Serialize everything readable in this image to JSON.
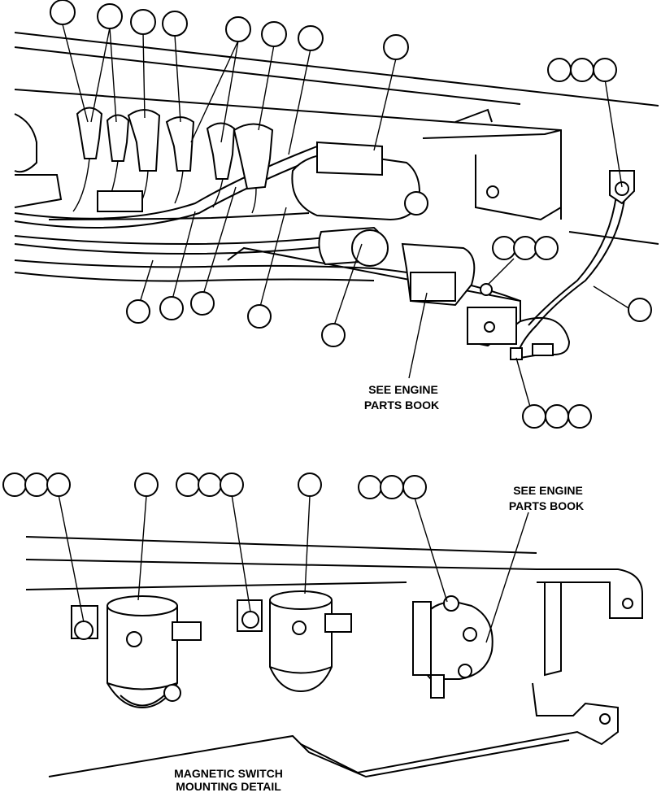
{
  "callouts": {
    "engine_note_top_line1": "SEE ENGINE",
    "engine_note_top_line2": "PARTS BOOK",
    "engine_note_bottom_line1": "SEE ENGINE",
    "engine_note_bottom_line2": "PARTS BOOK",
    "detail_title_line1": "MAGNETIC SWITCH",
    "detail_title_line2": "MOUNTING DETAIL"
  }
}
